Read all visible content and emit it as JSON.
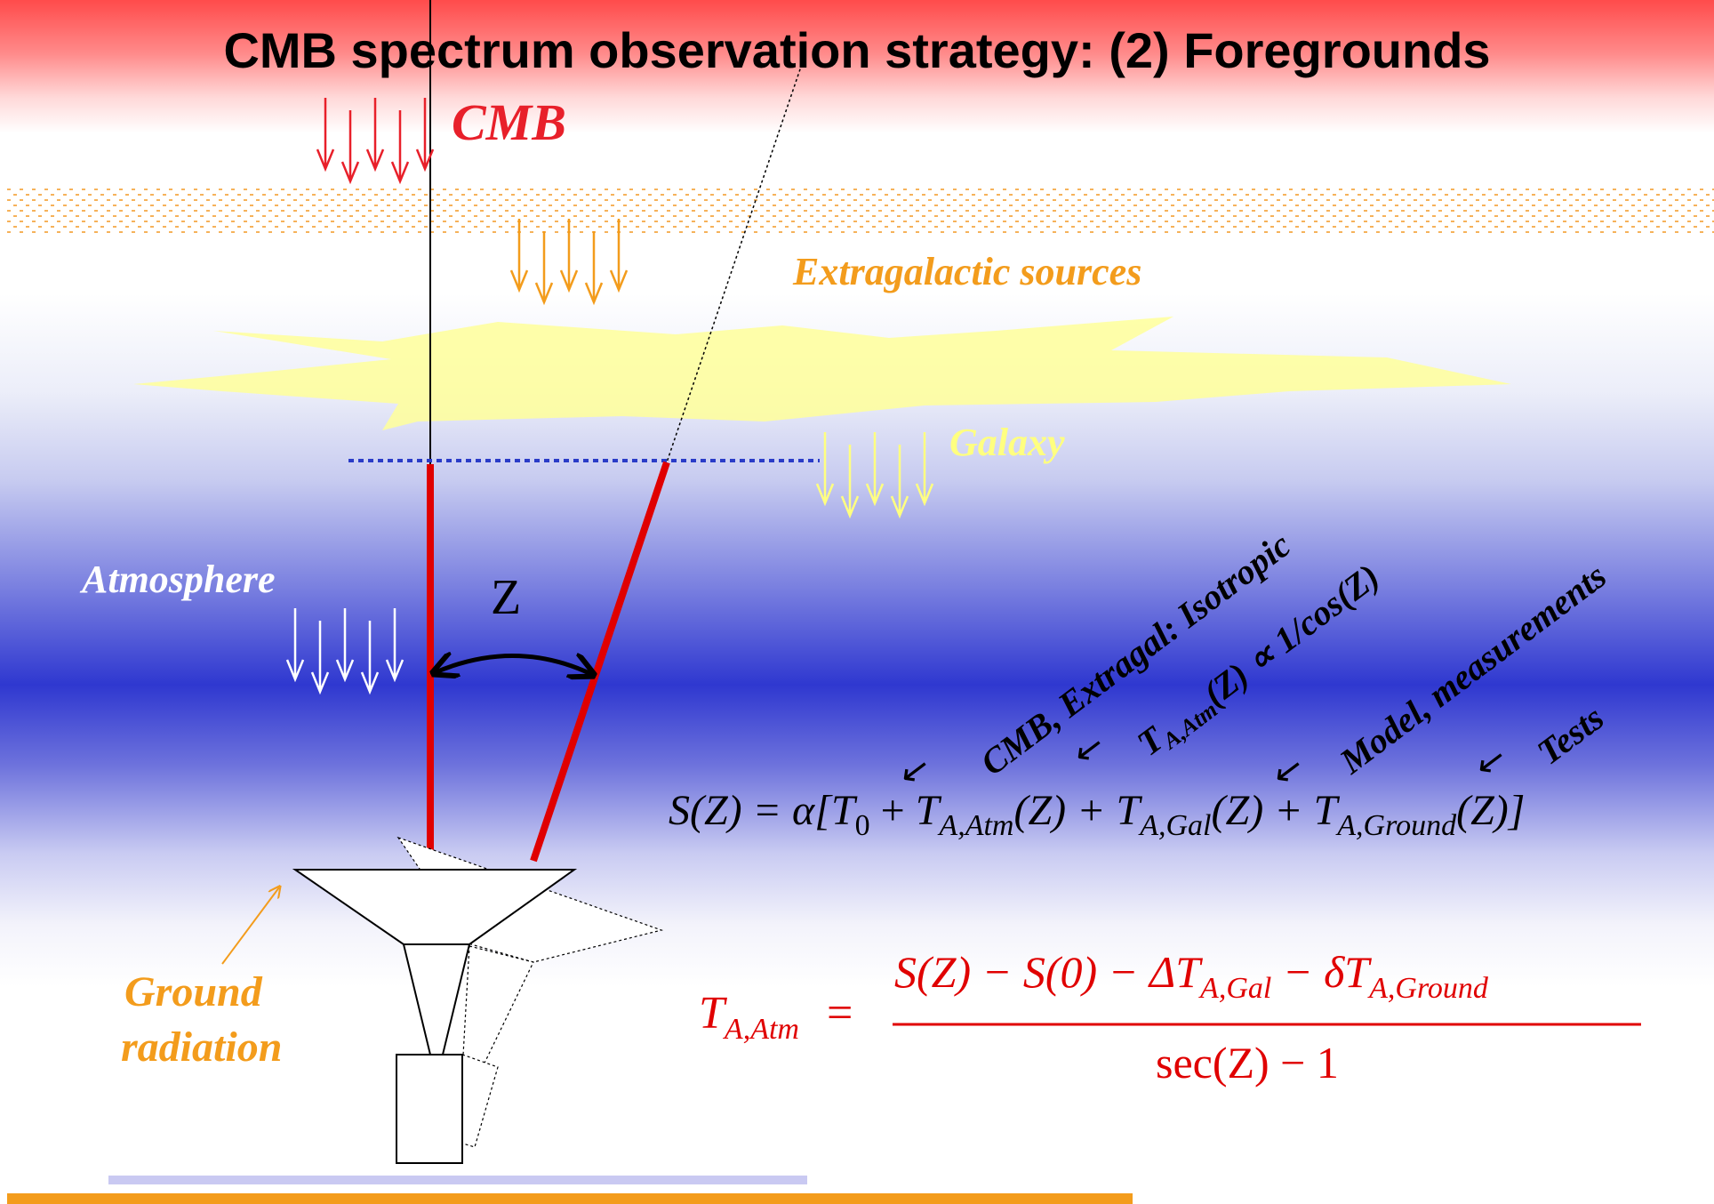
{
  "title": "CMB spectrum observation strategy: (2) Foregrounds",
  "labels": {
    "cmb": "CMB",
    "extragalactic": "Extragalactic sources",
    "galaxy": "Galaxy",
    "atmosphere": "Atmosphere",
    "zenith_angle": "Z",
    "ground_line1": "Ground",
    "ground_line2": "radiation"
  },
  "annotations": {
    "cmb_extragal": "CMB, Extragal: Isotropic",
    "t_atm_prefix": "T",
    "t_atm_sub": "A,Atm",
    "t_atm_suffix": "(Z) ∝ 1/cos(Z)",
    "model": "Model, measurements",
    "tests": "Tests",
    "arrow_glyph": "←"
  },
  "equation_s": {
    "lhs": "S(Z) = α[",
    "t0": "T",
    "t0_sub": "0",
    "plus1": " + ",
    "t_atm": "T",
    "t_atm_sub": "A,Atm",
    "z1": "(Z) + ",
    "t_gal": "T",
    "t_gal_sub": "A,Gal",
    "z2": "(Z) + ",
    "t_ground": "T",
    "t_ground_sub": "A,Ground",
    "z3": "(Z)]"
  },
  "equation_t": {
    "lhs": "T",
    "lhs_sub": "A,Atm",
    "equals": "=",
    "num_a": "S(Z) − S(0) − ΔT",
    "num_a_sub": "A,Gal",
    "num_b": " − δT",
    "num_b_sub": "A,Ground",
    "denominator": "sec(Z) − 1"
  },
  "colors": {
    "cmb": "#e8202a",
    "extragalactic": "#f39c1c",
    "galaxy": "#ffff80",
    "atmosphere_text": "#ffffff",
    "equation_red": "#e00000",
    "beam": "#e00000",
    "horizon_dots": "#2a3cc8",
    "ground_bar": "#f39c1c"
  }
}
